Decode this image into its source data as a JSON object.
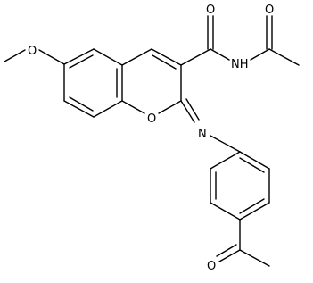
{
  "structure": {
    "atoms": {
      "methoxy_o": "O",
      "amide_o": "O",
      "amide_nh": "NH",
      "acetyl_o": "O",
      "ring_o": "O",
      "imine_n": "N",
      "ketone_o": "O"
    }
  }
}
